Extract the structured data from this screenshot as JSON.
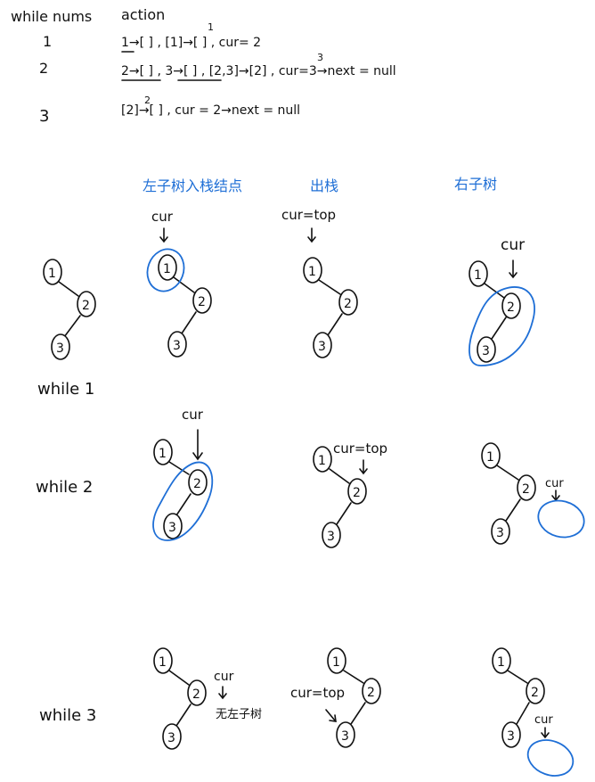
{
  "table": {
    "header_while": "while nums",
    "header_action": "action",
    "rows": [
      {
        "num": "1",
        "action": "1→[ ] , [1]→[ ] , cur= 2",
        "pop_sup": "1"
      },
      {
        "num": "2",
        "action": "2→[ ] , 3→[ ] , [2,3]→[2] , cur=3→next = null",
        "pop_sup": "3"
      },
      {
        "num": "3",
        "action": "[2]→[ ] , cur = 2→next = null",
        "pop_sup": "2"
      }
    ]
  },
  "columns": {
    "left_col": "左子树入栈结点",
    "mid_col": "出栈",
    "right_col": "右子树"
  },
  "labels": {
    "cur": "cur",
    "cur_top": "cur=top",
    "no_left": "无左子树",
    "while1": "while 1",
    "while2": "while 2",
    "while3": "while 3"
  },
  "nodes": [
    "1",
    "2",
    "3"
  ],
  "highlight_color": "#1f6fd6"
}
